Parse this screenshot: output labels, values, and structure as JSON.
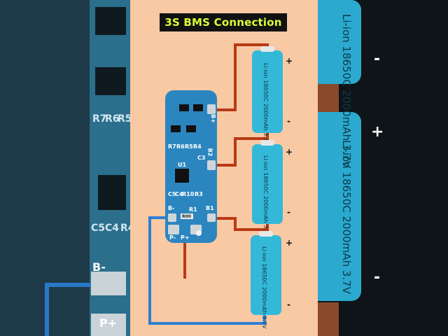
{
  "title": "3S BMS Connection",
  "colors": {
    "title_bg": "#111111",
    "title_text": "#d8ff3a",
    "panel_bg": "#f9c9a4",
    "board": "#2b86c0",
    "cell": "#34b8d8",
    "wire_red": "#b83a15",
    "wire_blue": "#2f7fd0"
  },
  "bms": {
    "labels": {
      "bplus": "B+",
      "b2": "B2",
      "b1": "B1",
      "bminus": "B-",
      "pminus": "P-",
      "pplus": "P+",
      "r7": "R7",
      "r6": "R6",
      "r5": "R5",
      "r4": "R4",
      "c3": "C3",
      "u1": "U1",
      "c5": "C5",
      "c4": "C4",
      "r10": "R10",
      "r3": "R3",
      "r1": "R1",
      "r0": "R00"
    }
  },
  "batteries": [
    {
      "text": "Li-ion 18650C 2000mAh 3.7V",
      "plus": "+",
      "minus": "-"
    },
    {
      "text": "Li-ion 18650C 2000mAh 3.7V",
      "plus": "+",
      "minus": "-"
    },
    {
      "text": "Li-ion 18650C 2000mAh 3.7V",
      "plus": "+",
      "minus": "-"
    }
  ],
  "background_right": {
    "cell_text": "Li-ion 18650C 2000mAh 3.7V",
    "signs": [
      "-",
      "+",
      "-"
    ]
  },
  "background_left": {
    "labels": [
      "B-",
      "P+",
      "C5",
      "C4",
      "R4",
      "R7",
      "R6",
      "R5"
    ]
  }
}
